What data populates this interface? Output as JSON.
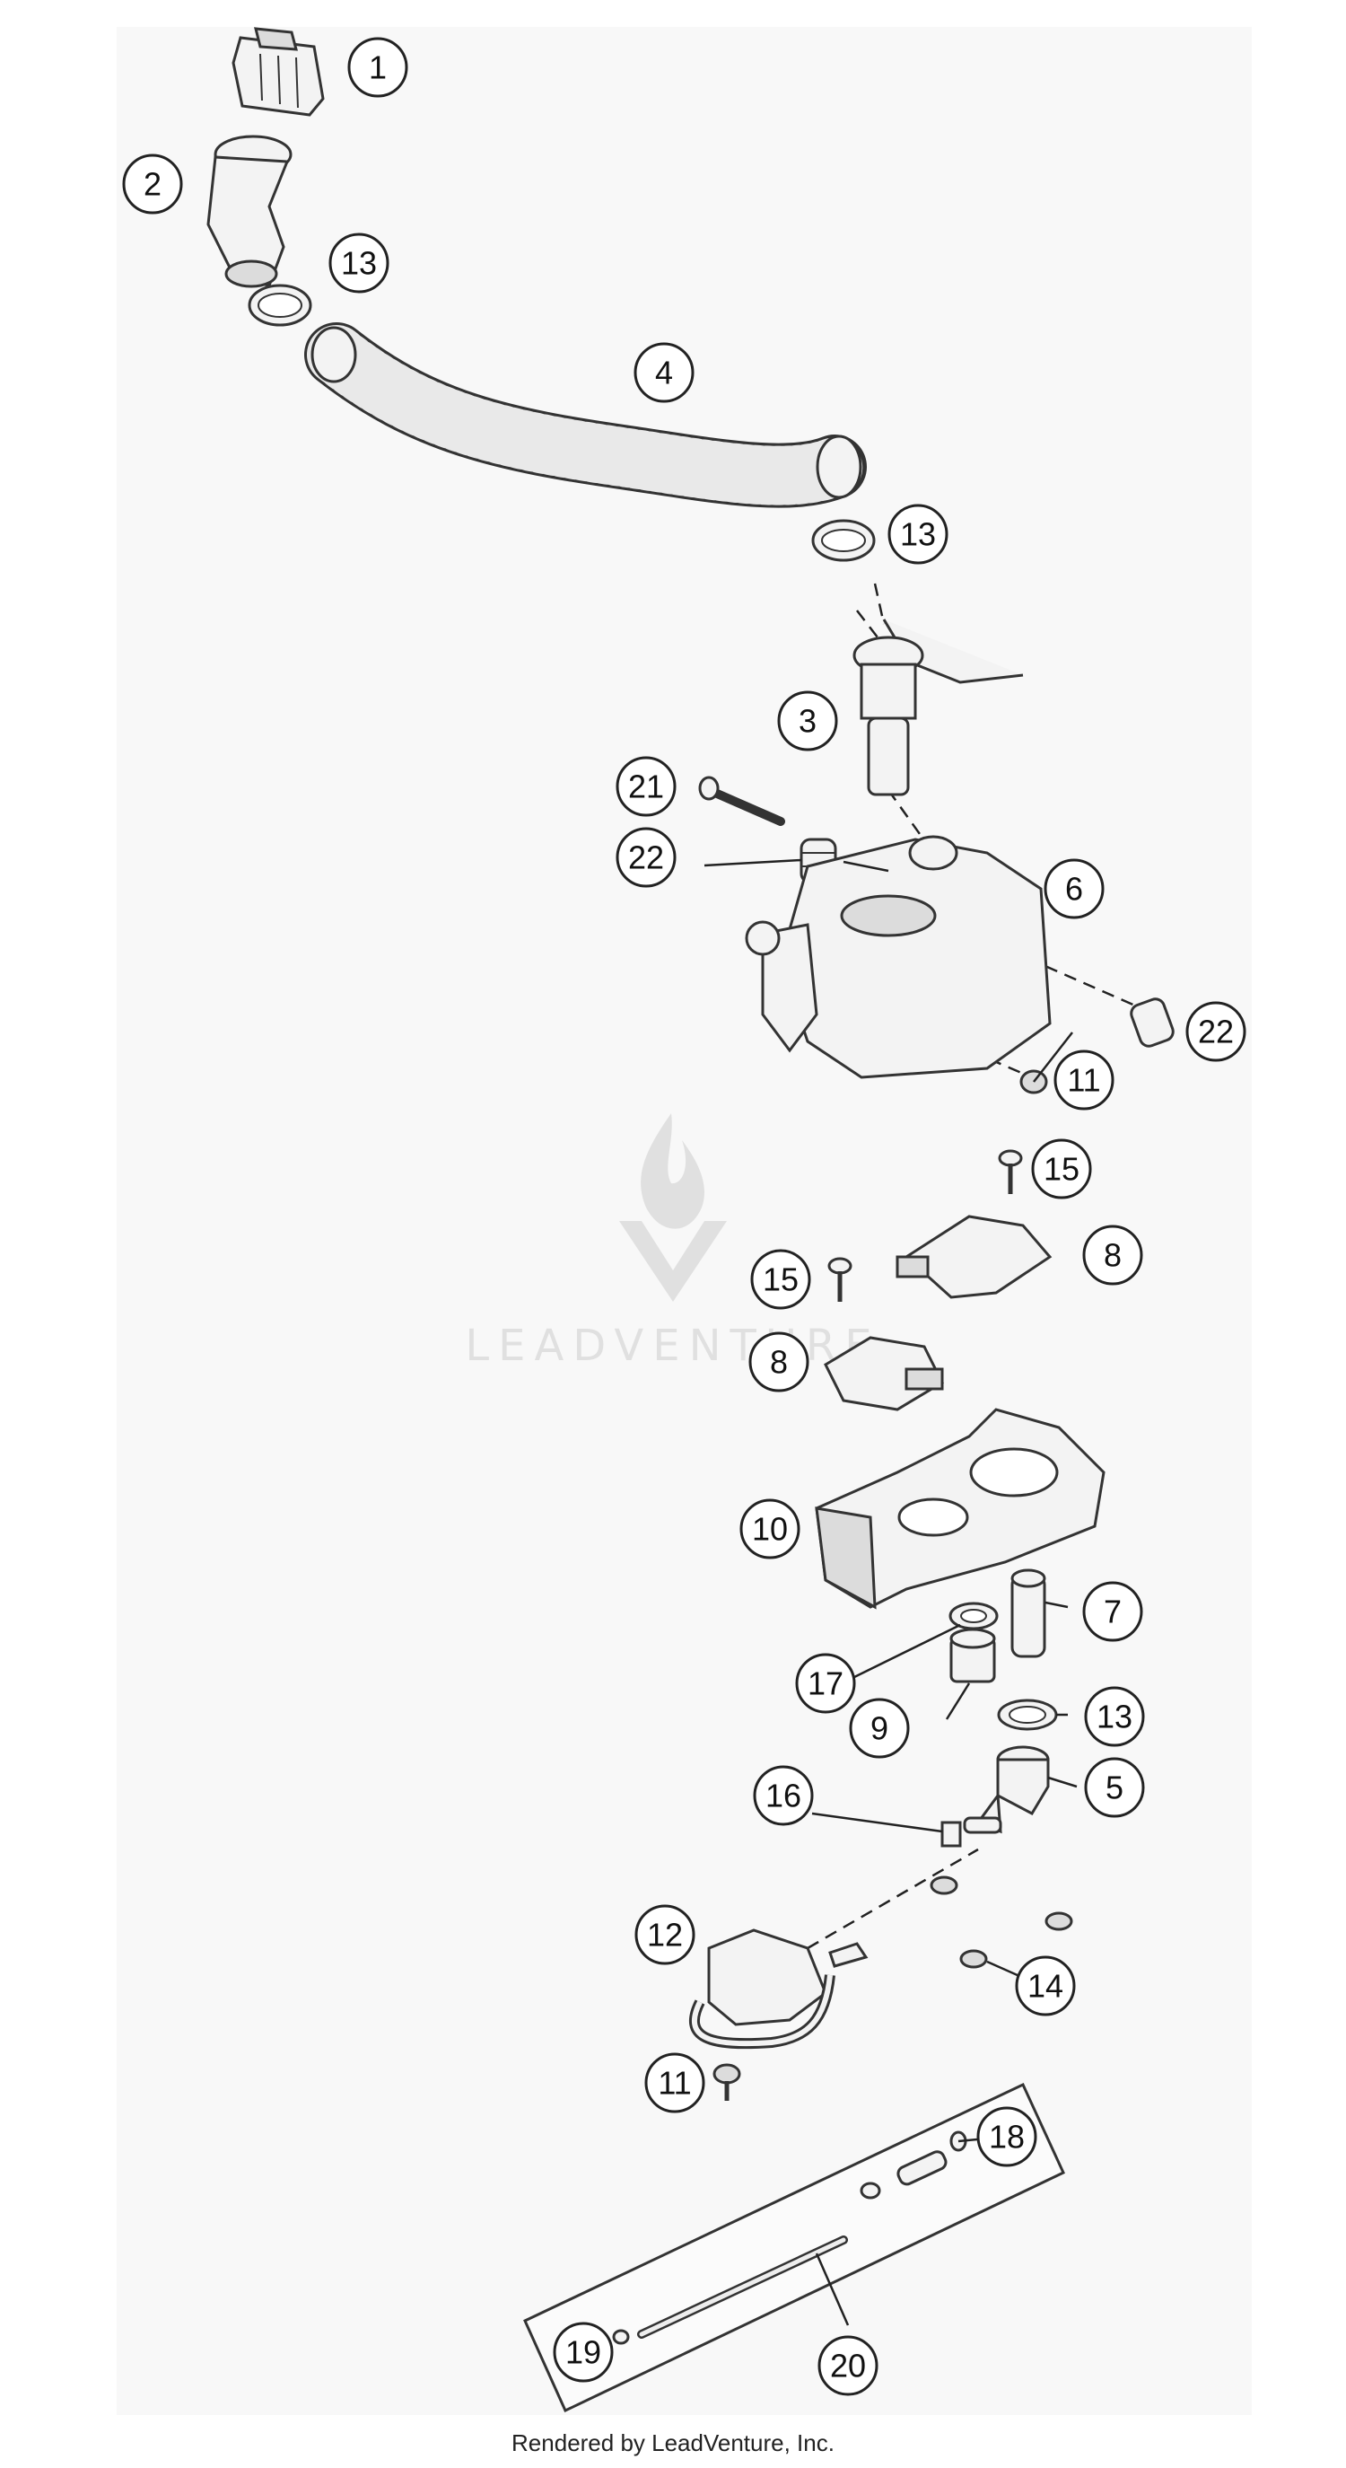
{
  "footer_text": "Rendered by LeadVenture, Inc.",
  "watermark_text": "LEADVENTURE",
  "callouts": [
    {
      "id": "c1",
      "label": "1"
    },
    {
      "id": "c2",
      "label": "2"
    },
    {
      "id": "c13a",
      "label": "13"
    },
    {
      "id": "c4",
      "label": "4"
    },
    {
      "id": "c13b",
      "label": "13"
    },
    {
      "id": "c3",
      "label": "3"
    },
    {
      "id": "c21",
      "label": "21"
    },
    {
      "id": "c22a",
      "label": "22"
    },
    {
      "id": "c6",
      "label": "6"
    },
    {
      "id": "c22b",
      "label": "22"
    },
    {
      "id": "c11a",
      "label": "11"
    },
    {
      "id": "c15a",
      "label": "15"
    },
    {
      "id": "c8a",
      "label": "8"
    },
    {
      "id": "c15b",
      "label": "15"
    },
    {
      "id": "c8b",
      "label": "8"
    },
    {
      "id": "c10",
      "label": "10"
    },
    {
      "id": "c7",
      "label": "7"
    },
    {
      "id": "c17",
      "label": "17"
    },
    {
      "id": "c9",
      "label": "9"
    },
    {
      "id": "c13c",
      "label": "13"
    },
    {
      "id": "c5",
      "label": "5"
    },
    {
      "id": "c16",
      "label": "16"
    },
    {
      "id": "c12",
      "label": "12"
    },
    {
      "id": "c14",
      "label": "14"
    },
    {
      "id": "c11b",
      "label": "11"
    },
    {
      "id": "c18",
      "label": "18"
    },
    {
      "id": "c19",
      "label": "19"
    },
    {
      "id": "c20",
      "label": "20"
    }
  ]
}
